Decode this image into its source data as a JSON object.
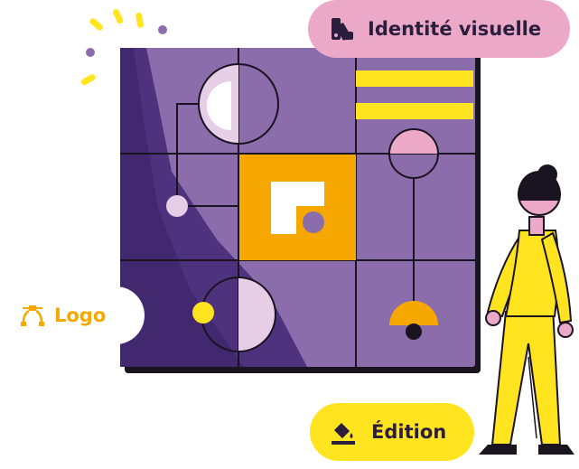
{
  "badges": {
    "identite": {
      "label": "Identité visuelle",
      "icon": "palette-swatch-icon"
    },
    "logo": {
      "label": "Logo",
      "icon": "vector-pen-icon"
    },
    "edition": {
      "label": "Édition",
      "icon": "paint-bucket-icon"
    }
  },
  "colors": {
    "purple": "#8b6dac",
    "dark_purple": "#4a2e7a",
    "orange": "#f7a800",
    "yellow": "#ffe41f",
    "pink": "#eba9c7",
    "lilac": "#e6cfe6",
    "ink": "#1a1320"
  }
}
